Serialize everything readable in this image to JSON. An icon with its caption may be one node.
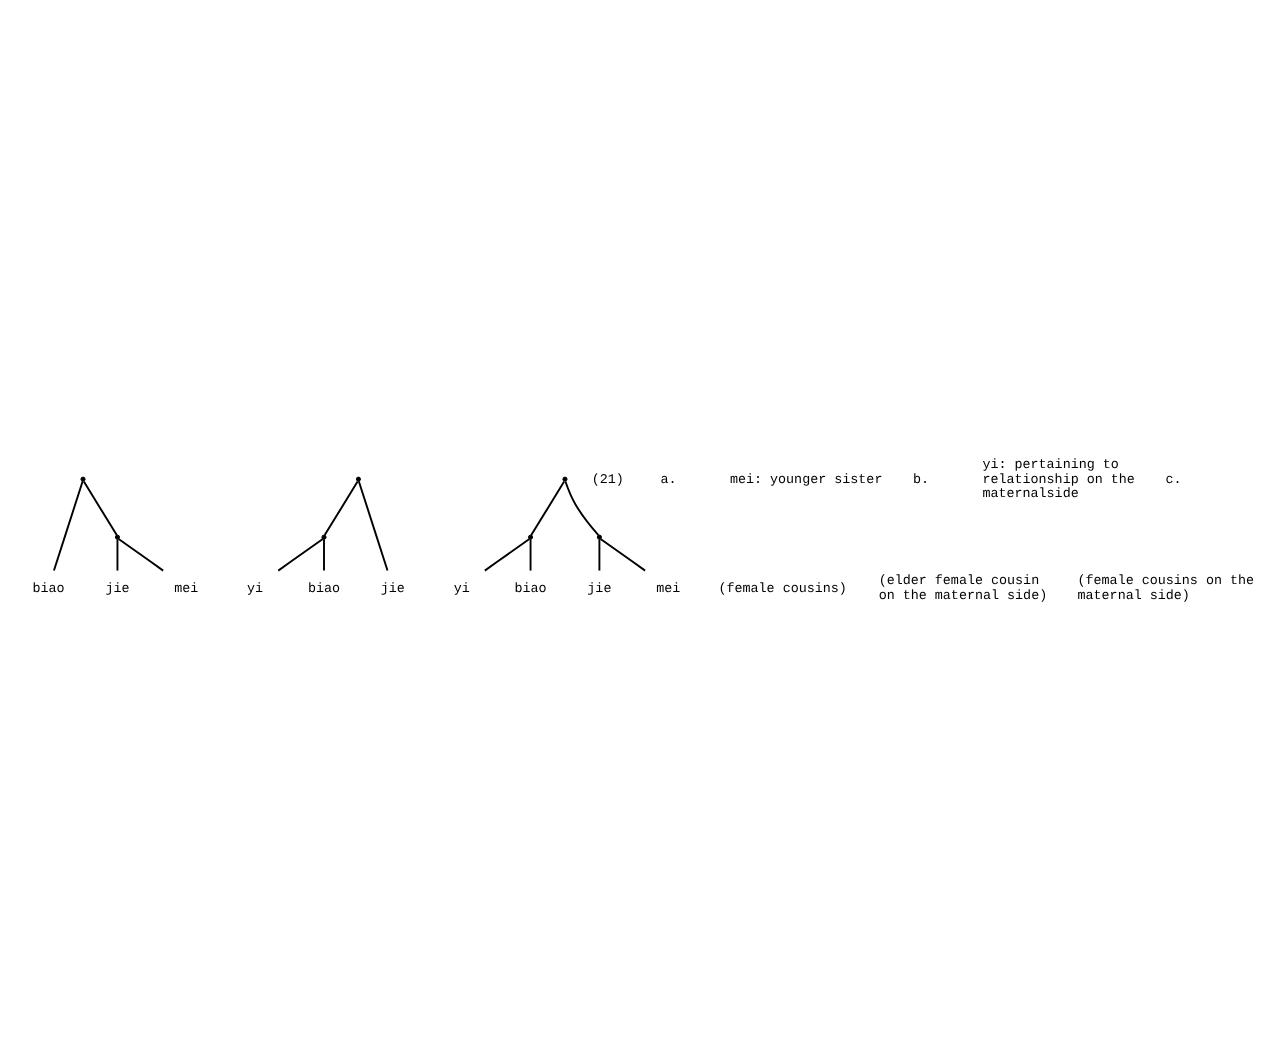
{
  "diagram": {
    "nodes": [
      {
        "text": [],
        "shape": "point"
      },
      {
        "text": [],
        "shape": "point"
      },
      {
        "text": [
          "biao"
        ]
      },
      {
        "text": [
          "jie"
        ]
      },
      {
        "text": [
          "mei"
        ]
      },
      {
        "text": [],
        "shape": "point"
      },
      {
        "text": [],
        "shape": "point"
      },
      {
        "text": [
          "yi"
        ]
      },
      {
        "text": [
          "biao"
        ]
      },
      {
        "text": [
          "jie"
        ]
      },
      {
        "text": [],
        "shape": "point"
      },
      {
        "text": [],
        "shape": "point"
      },
      {
        "text": [],
        "shape": "point"
      },
      {
        "text": [
          "yi"
        ]
      },
      {
        "text": [
          "biao"
        ]
      },
      {
        "text": [
          "jie"
        ]
      },
      {
        "text": [
          "mei"
        ]
      }
    ],
    "edges": [
      {
        "from": 0,
        "to": 2,
        "arrow": "none"
      },
      {
        "from": 0,
        "to": 1,
        "arrow": "none"
      },
      {
        "from": 1,
        "to": 3,
        "arrow": "none"
      },
      {
        "from": 1,
        "to": 4,
        "arrow": "none"
      },
      {
        "from": 5,
        "to": 6,
        "arrow": "none"
      },
      {
        "from": 5,
        "to": 9,
        "arrow": "none"
      },
      {
        "from": 6,
        "to": 7,
        "arrow": "none"
      },
      {
        "from": 6,
        "to": 8,
        "arrow": "none"
      },
      {
        "from": 10,
        "to": 11,
        "arrow": "none"
      },
      {
        "from": 10,
        "to": 12,
        "arrow": "none"
      },
      {
        "from": 11,
        "to": 13,
        "arrow": "none"
      },
      {
        "from": 11,
        "to": 14,
        "arrow": "none"
      },
      {
        "from": 12,
        "to": 15,
        "arrow": "none"
      },
      {
        "from": 12,
        "to": 16,
        "arrow": "none"
      }
    ],
    "labels": [
      "(21)",
      "a.",
      "mei: younger sister",
      "(female cousins)",
      "b.",
      "yi: pertaining to relationship on the maternalside",
      "(elder female cousin on the maternal side)",
      "c.",
      "(female cousins on the maternal side)"
    ]
  }
}
